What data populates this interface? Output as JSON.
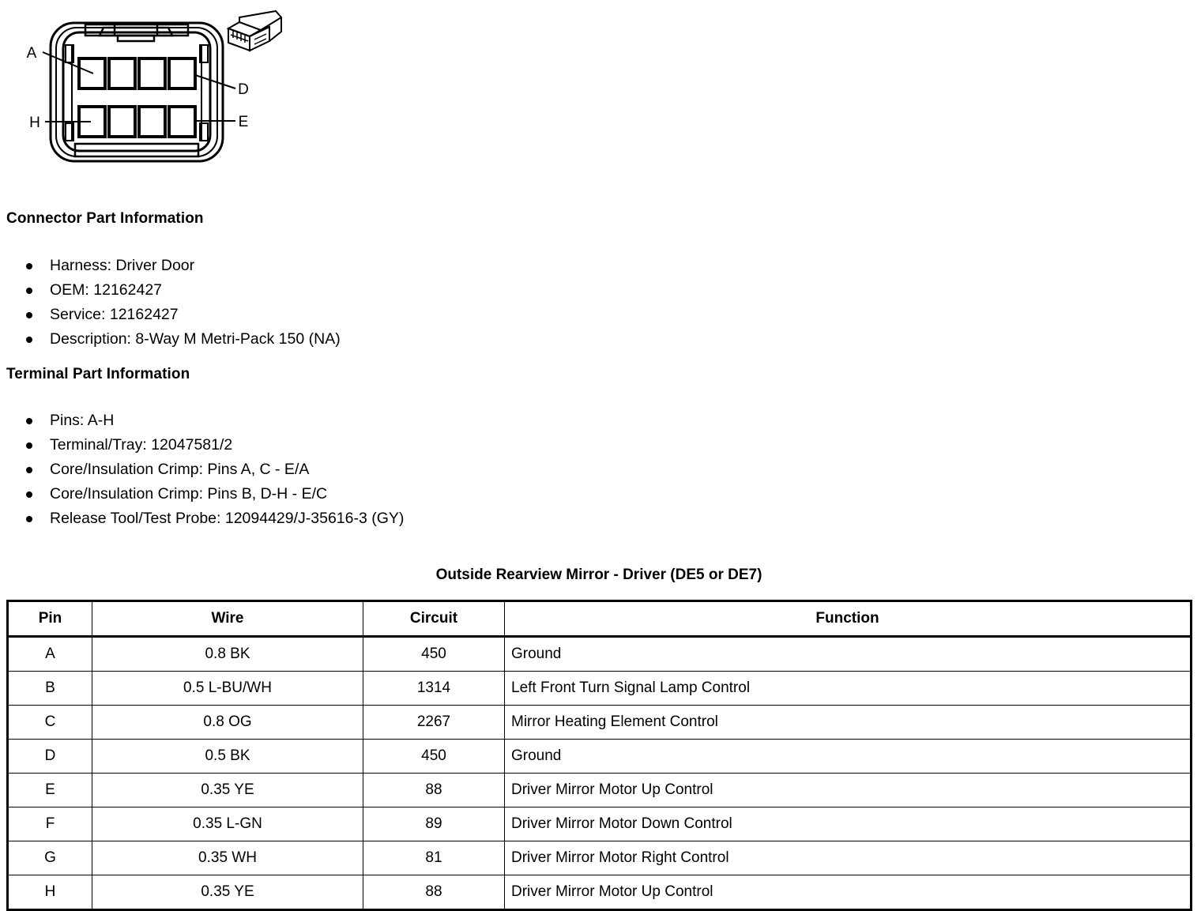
{
  "figure": {
    "name": "8-way-connector-face-view",
    "cavity_labels": [
      "A",
      "D",
      "H",
      "E"
    ],
    "label_a": "A",
    "label_d": "D",
    "label_h": "H",
    "label_e": "E",
    "cavity_count": 8,
    "line_color": "#000000"
  },
  "connector_part": {
    "heading": "Connector Part Information",
    "items": [
      "Harness: Driver Door",
      "OEM: 12162427",
      "Service: 12162427",
      "Description: 8-Way M Metri-Pack 150 (NA)"
    ]
  },
  "terminal_part": {
    "heading": "Terminal Part Information",
    "items": [
      "Pins: A-H",
      "Terminal/Tray: 12047581/2",
      "Core/Insulation Crimp: Pins A, C - E/A",
      "Core/Insulation Crimp: Pins B, D-H - E/C",
      "Release Tool/Test Probe: 12094429/J-35616-3 (GY)"
    ]
  },
  "pin_table": {
    "caption": "Outside Rearview Mirror - Driver (DE5 or DE7)",
    "columns": [
      "Pin",
      "Wire",
      "Circuit",
      "Function"
    ],
    "rows": [
      {
        "pin": "A",
        "wire": "0.8 BK",
        "circuit": "450",
        "function": "Ground"
      },
      {
        "pin": "B",
        "wire": "0.5 L-BU/WH",
        "circuit": "1314",
        "function": "Left Front Turn Signal Lamp Control"
      },
      {
        "pin": "C",
        "wire": "0.8 OG",
        "circuit": "2267",
        "function": "Mirror Heating Element Control"
      },
      {
        "pin": "D",
        "wire": "0.5 BK",
        "circuit": "450",
        "function": "Ground"
      },
      {
        "pin": "E",
        "wire": "0.35 YE",
        "circuit": "88",
        "function": "Driver Mirror Motor Up Control"
      },
      {
        "pin": "F",
        "wire": "0.35 L-GN",
        "circuit": "89",
        "function": "Driver Mirror Motor Down Control"
      },
      {
        "pin": "G",
        "wire": "0.35 WH",
        "circuit": "81",
        "function": "Driver Mirror Motor Right Control"
      },
      {
        "pin": "H",
        "wire": "0.35 YE",
        "circuit": "88",
        "function": "Driver Mirror Motor Up Control"
      }
    ]
  }
}
